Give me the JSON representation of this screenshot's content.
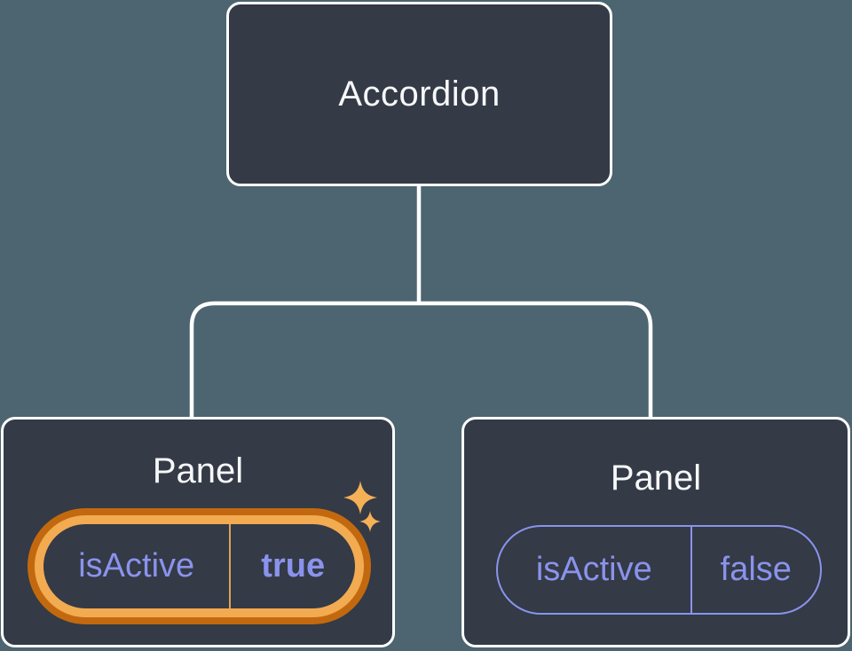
{
  "tree": {
    "root": {
      "label": "Accordion"
    },
    "children": [
      {
        "label": "Panel",
        "prop_name": "isActive",
        "prop_value": "true",
        "highlighted": true
      },
      {
        "label": "Panel",
        "prop_name": "isActive",
        "prop_value": "false",
        "highlighted": false
      }
    ]
  },
  "colors": {
    "background": "#4C6570",
    "node_fill": "#343A46",
    "node_border": "#FFFFFF",
    "connector_line": "#FFFFFF",
    "label_text": "#F6F7F9",
    "prop_text_purple": "#8A93EC",
    "highlight_ring_outer": "#C2690F",
    "highlight_ring_inner": "#F3AB51",
    "highlight_divider": "#DBA35C",
    "sparkle": "#F4B155"
  }
}
